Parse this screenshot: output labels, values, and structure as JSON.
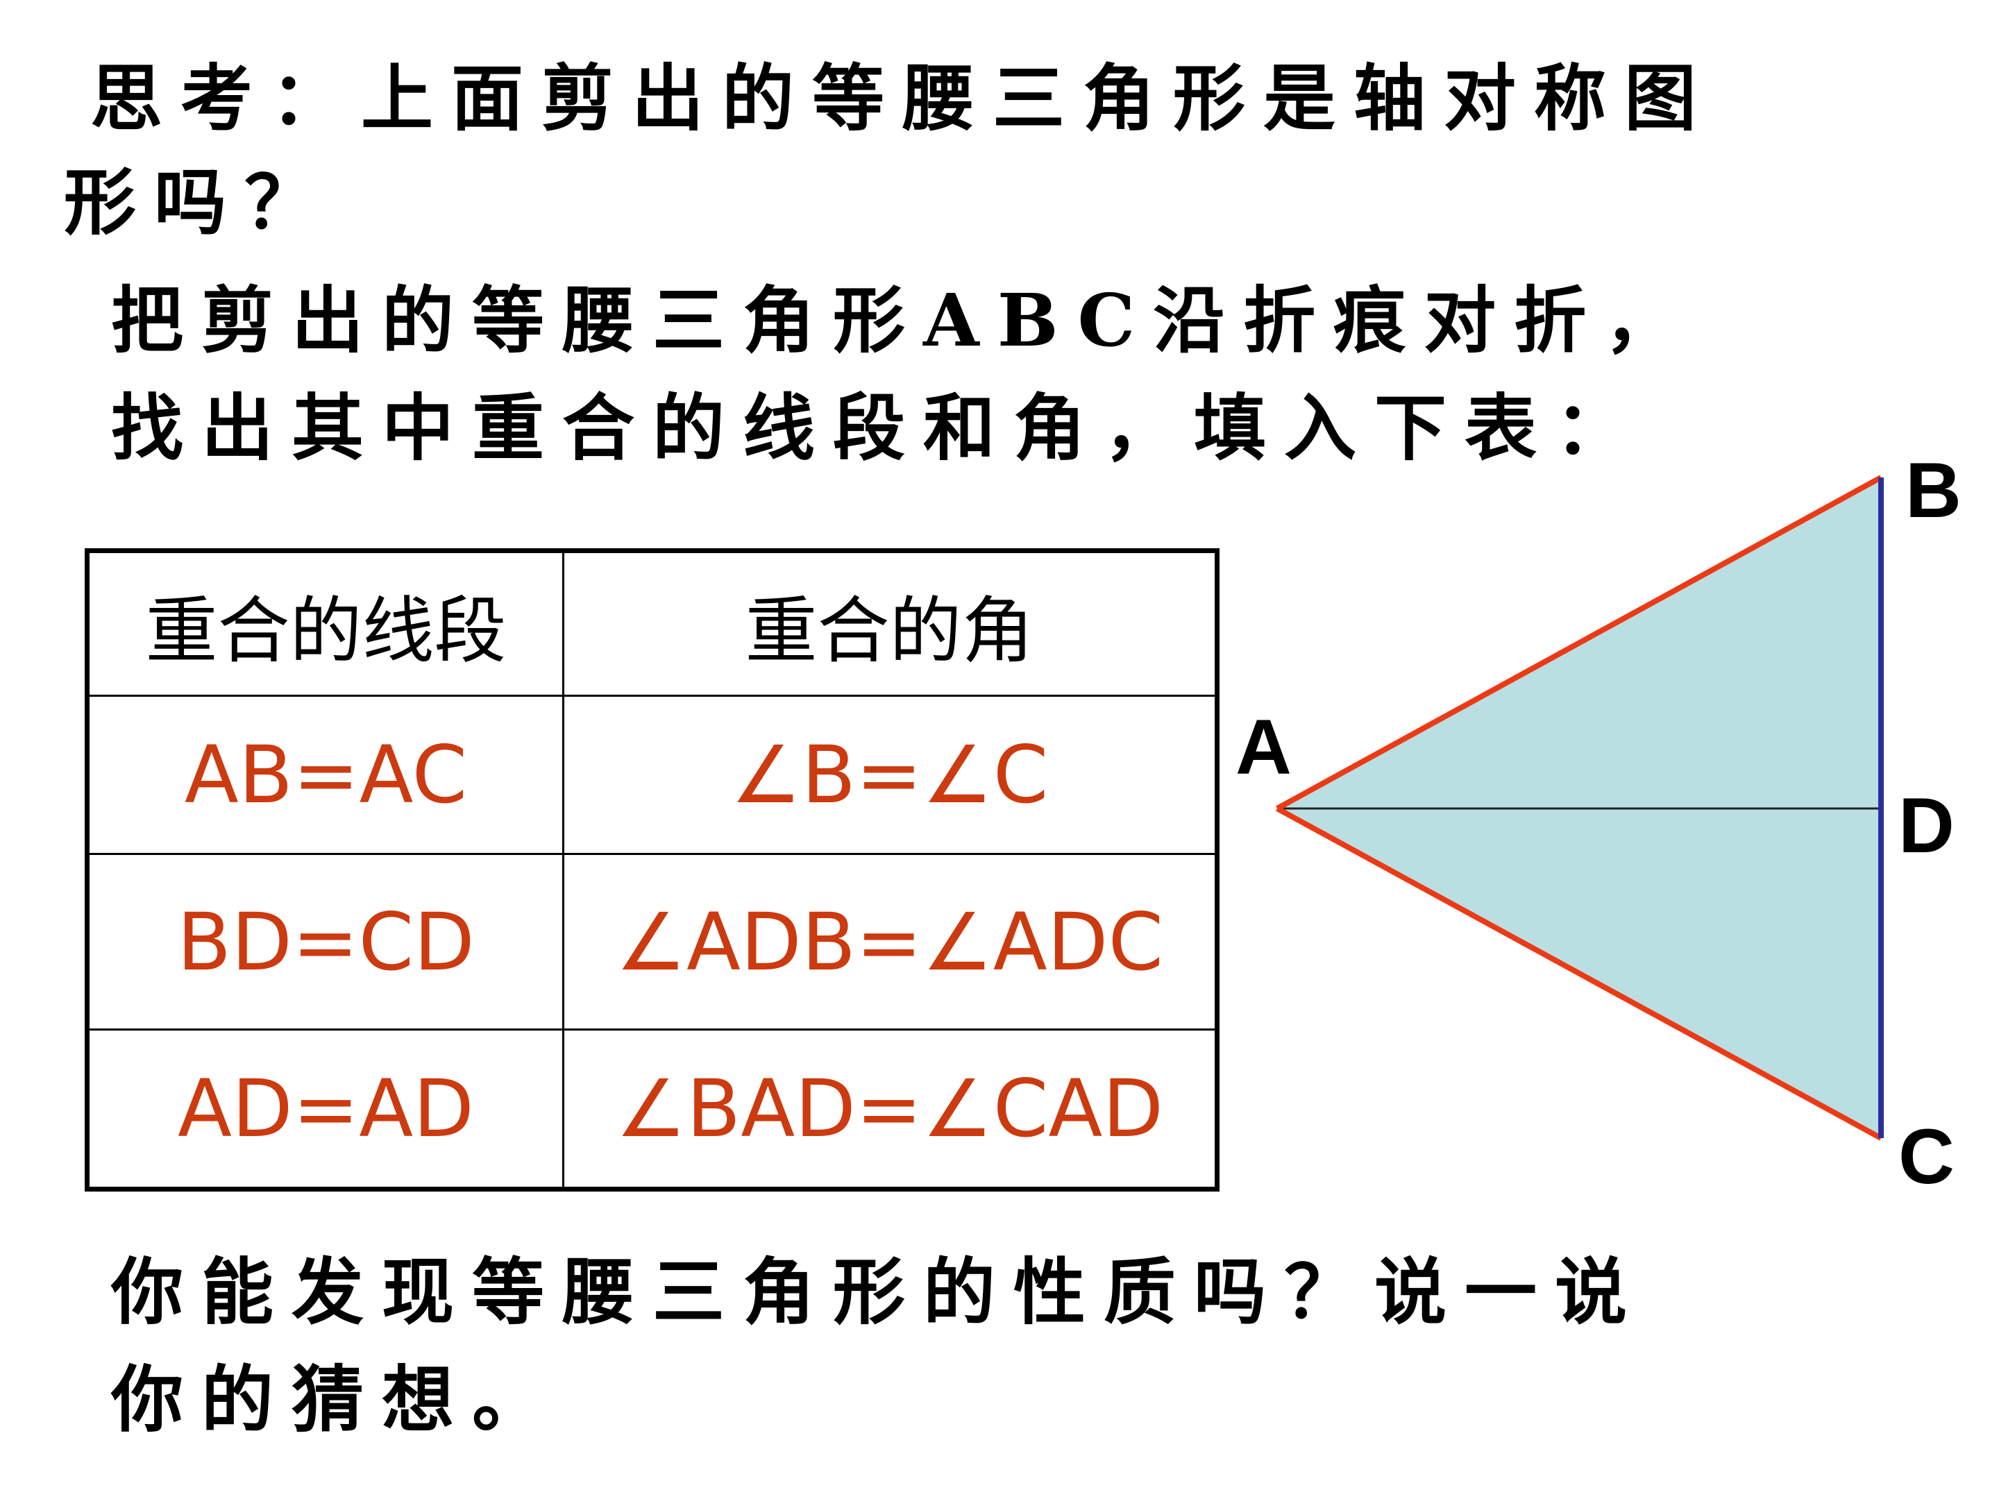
{
  "question": {
    "line1": "思考：上面剪出的等腰三角形是轴对称图",
    "line2": "形吗？"
  },
  "instruction": {
    "line1": "把剪出的等腰三角形ABC沿折痕对折，",
    "line2": "找出其中重合的线段和角，填入下表："
  },
  "table": {
    "headers": [
      "重合的线段",
      "重合的角"
    ],
    "rows": [
      [
        "AB=AC",
        "∠B=∠C"
      ],
      [
        "BD=CD",
        "∠ADB=∠ADC"
      ],
      [
        "AD=AD",
        "∠BAD=∠CAD"
      ]
    ]
  },
  "diagram": {
    "labels": {
      "a": "A",
      "b": "B",
      "c": "C",
      "d": "D"
    },
    "colors": {
      "fill": "#b9dfe2",
      "legs": "#ec3a16",
      "base": "#2b2f9a",
      "fold": "#222222"
    }
  },
  "bottom": {
    "line1": "你能发现等腰三角形的性质吗？说一说",
    "line2": "你的猜想。"
  }
}
